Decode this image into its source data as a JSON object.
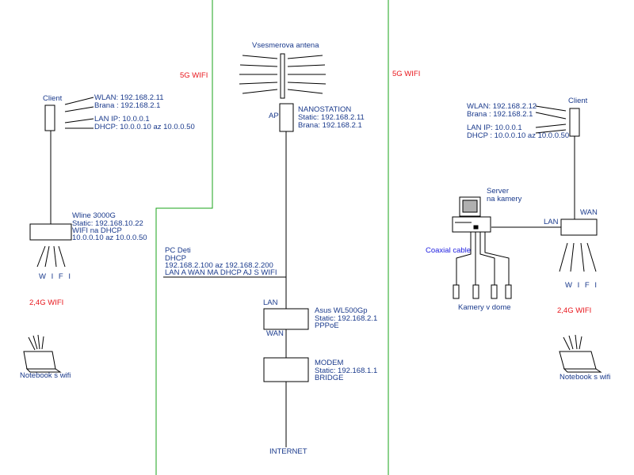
{
  "colors": {
    "zone_border": "#1aa31a",
    "text": "#1a3a8c",
    "wifi_band": "#e8151b",
    "cable_label": "#2020e0",
    "line": "#000000"
  },
  "zones": {
    "wifi_5g_left": "5G WIFI",
    "wifi_5g_right": "5G WIFI",
    "wifi_24g_left": "2,4G WIFI",
    "wifi_24g_right": "2,4G WIFI"
  },
  "center": {
    "antenna_label": "Vsesmerova  antena",
    "ap_label": "AP",
    "nanostation": {
      "name": "NANOSTATION",
      "static": "Static: 192.168.2.11",
      "gateway": "Brana: 192.168.2.1"
    },
    "pc": {
      "name": "PC Deti",
      "mode": "DHCP",
      "range": "192.168.2.100 az 192.168.2.200",
      "note": "LAN A WAN MA DHCP AJ S WIFI"
    },
    "router": {
      "lan_label": "LAN",
      "wan_label": "WAN",
      "name": "Asus WL500Gp",
      "static": "Static: 192.168.2.1",
      "proto": "PPPoE"
    },
    "modem": {
      "name": "MODEM",
      "static": "Static: 192.168.1.1",
      "mode": "BRIDGE"
    },
    "internet": "INTERNET"
  },
  "left": {
    "client_label": "Client",
    "wlan": "WLAN: 192.168.2.11",
    "gateway": "Brana : 192.168.2.1",
    "lan_ip": "LAN IP: 10.0.0.1",
    "dhcp": "DHCP: 10.0.0.10 az 10.0.0.50",
    "router": {
      "name": "Wline 3000G",
      "static": "Static: 192.168.10.22",
      "mode": "WIFI na DHCP",
      "range": "10.0.0.10 az 10.0.0.50"
    },
    "wifi_label": "W I F I",
    "notebook_label": "Notebook s wifi"
  },
  "right": {
    "client_label": "Client",
    "wlan": "WLAN: 192.168.2.12",
    "gateway": "Brana : 192.168.2.1",
    "lan_ip": "LAN IP: 10.0.0.1",
    "dhcp": "DHCP : 10.0.0.10 az 10.0.0.50",
    "server_label_1": "Server",
    "server_label_2": "na kamery",
    "lan_label": "LAN",
    "wan_label": "WAN",
    "coax_label": "Coaxial cable",
    "cameras_label": "Kamery v dome",
    "wifi_label": "W I F I",
    "notebook_label": "Notebook s wifi"
  }
}
